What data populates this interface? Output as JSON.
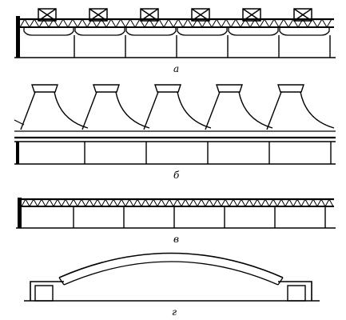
{
  "panels": [
    {
      "id": "a",
      "label": "а"
    },
    {
      "id": "b",
      "label": "б"
    },
    {
      "id": "v",
      "label": "в"
    },
    {
      "id": "g",
      "label": "г"
    }
  ]
}
